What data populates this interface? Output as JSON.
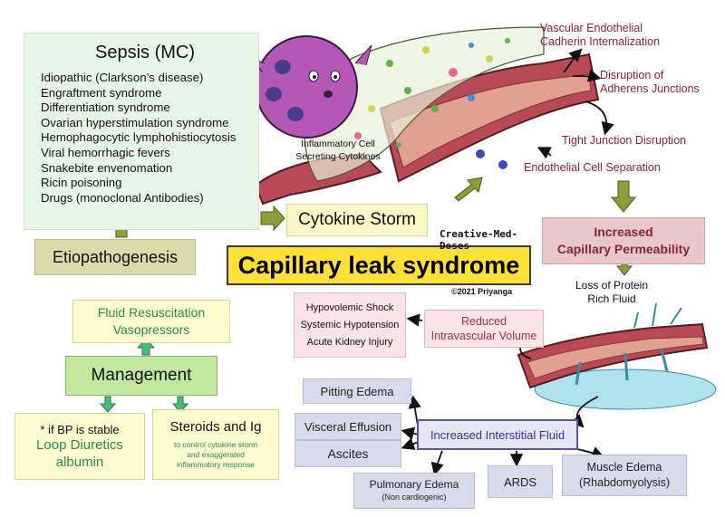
{
  "sepsis": {
    "title": "Sepsis (MC)",
    "items": [
      "Idiopathic (Clarkson’s disease)",
      "Engraftment syndrome",
      "Differentiation syndrome",
      "Ovarian hyperstimulation syndrome",
      "Hemophagocytic lymphohistiocytosis",
      "Viral hemorrhagic fevers",
      "Snakebite envenomation",
      "Ricin poisoning",
      "Drugs (monoclonal Antibodies)"
    ]
  },
  "etiopathogenesis": "Etiopathogenesis",
  "cytokine_storm": "Cytokine Storm",
  "main_title": "Capillary leak syndrome",
  "brand": "Creative-Med-Doses",
  "copyright": "©2021 Priyanga",
  "inflammatory_cell": {
    "line1": "Inflammatory Cell",
    "line2": "Secreting Cytokines"
  },
  "endothelium": {
    "vascular_line1": "Vascular Endothelial",
    "vascular_line2": "Cadherin Internalization",
    "disruption_line1": "Disruption of",
    "disruption_line2": "Adherens  Junctions",
    "tight_junction": "Tight Junction Disruption",
    "cell_separation": "Endothelial Cell Separation"
  },
  "increased_permeability": {
    "line1": "Increased",
    "line2": "Capillary Permeability"
  },
  "loss_of_protein": {
    "line1": "Loss of Protein",
    "line2": "Rich Fluid"
  },
  "reduced_volume": {
    "line1": "Reduced",
    "line2": "Intravascular Volume"
  },
  "shock_items": [
    "Hypovolemic Shock",
    "Systemic Hypotension",
    "Acute Kidney Injury"
  ],
  "interstitial": "Increased Interstitial Fluid",
  "edema": {
    "pitting": "Pitting Edema",
    "visceral": "Visceral Effusion",
    "ascites": "Ascites",
    "pulmonary_line1": "Pulmonary Edema",
    "pulmonary_line2": "(Non cardiogenic)",
    "ards": "ARDS",
    "muscle_line1": "Muscle Edema",
    "muscle_line2": "(Rhabdomyolysis)"
  },
  "management": {
    "title": "Management",
    "resuscitation_line1": "Fluid Resuscitation",
    "resuscitation_line2": "Vasopressors",
    "bp_note": "* if BP is stable",
    "diuretics": "Loop Diuretics",
    "albumin": "albumin",
    "steroids": "Steroids and Ig",
    "steroids_note_line1": "to control cytokine storm",
    "steroids_note_line2": "and exaggerated",
    "steroids_note_line3": "inflammatory response"
  },
  "colors": {
    "sepsis_bg": "#e6f7e6",
    "etio_bg": "#d9dcaa",
    "title_bg": "#ffe13a",
    "permeability_bg": "#e9c8cc",
    "permeability_text": "#8a2430",
    "management_bg": "#c2e8a0",
    "green_text": "#2f8a4a",
    "interstitial_border": "#5e50b4",
    "edema_bg": "#d8dcea",
    "shock_bg": "#fde4ea",
    "arrow_olive": "#8f9c3a",
    "arrow_green": "#4fb87a"
  }
}
